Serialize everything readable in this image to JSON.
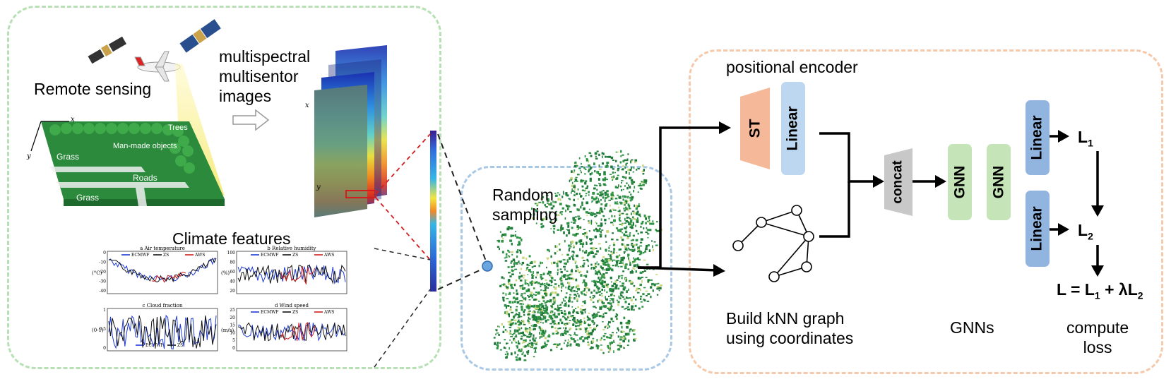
{
  "labels": {
    "remote_sensing": "Remote sensing",
    "multispectral": "multispectral\nmultisentor\nimages",
    "climate_features": "Climate features",
    "random_sampling": "Random\nsampling",
    "positional_encoder": "positional encoder",
    "build_knn": "Build kNN graph\nusing coordinates",
    "gnns": "GNNs",
    "compute_loss": "compute\nloss"
  },
  "landcover": {
    "grass_1": "Grass",
    "man_made": "Man-made\nobjects",
    "trees": "Trees",
    "roads": "Roads",
    "grass_2": "Grass",
    "axis_x": "x",
    "axis_y": "y"
  },
  "stack": {
    "axis_x": "x",
    "axis_y": "y"
  },
  "climate_panels": [
    {
      "title": "a  Air temperature",
      "yunit": "(°C)",
      "ticks": [
        "0",
        "-10",
        "-20",
        "-30",
        "-40"
      ],
      "legend": [
        "ECMWF",
        "ZS",
        "AWS"
      ]
    },
    {
      "title": "b  Relative humidity",
      "yunit": "(%)",
      "ticks": [
        "100",
        "80",
        "60",
        "40",
        "20"
      ],
      "legend": [
        "ECMWF",
        "ZS",
        "AWS"
      ]
    },
    {
      "title": "c  Cloud fraction",
      "yunit": "(0-1)",
      "ticks": [
        "1",
        "0.5",
        "0"
      ],
      "legend": [
        "ECMWF",
        "ZS"
      ]
    },
    {
      "title": "d  Wind speed",
      "yunit": "(m/s)",
      "ticks": [
        "25",
        "20",
        "15",
        "10",
        "5",
        "0"
      ],
      "legend": [
        "ECMWF",
        "ZS",
        "AWS"
      ]
    }
  ],
  "blocks": {
    "st": "ST",
    "linear_top": "Linear",
    "concat": "concat",
    "gnn_1": "GNN",
    "gnn_2": "GNN",
    "linear_loss_1": "Linear",
    "linear_loss_2": "Linear"
  },
  "loss": {
    "l1": "L",
    "l1_sub": "1",
    "l2": "L",
    "l2_sub": "2",
    "total_prefix": "L = L",
    "total_sub1": "1",
    "total_mid": " + λL",
    "total_sub2": "2"
  },
  "colors": {
    "data_border": "#b7e0b4",
    "sampling_border": "#a9c8e6",
    "model_border": "#f6c9aa",
    "st_block": "#f5b899",
    "concat_block": "#c8c8c8",
    "linear_light": "#bcd7ef",
    "linear_dark": "#92b5e0",
    "gnn_block": "#c5e5b8",
    "ecmwf": "#1f3bd1",
    "zs": "#111111",
    "aws": "#d11f1f",
    "map_green": "#1f7a3a"
  }
}
